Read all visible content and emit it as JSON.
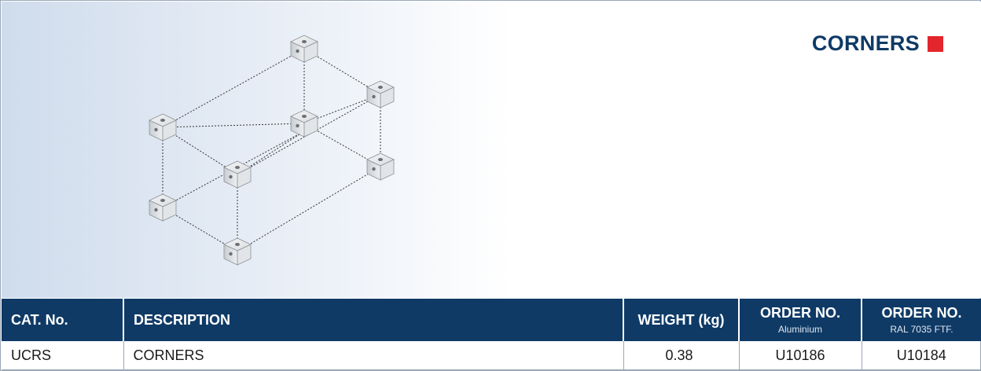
{
  "header": {
    "title": "CORNERS",
    "accent_color": "#e3262d",
    "brand_color": "#0f3a66"
  },
  "illustration": {
    "icon": "cube-frame-corners-icon"
  },
  "table": {
    "columns": {
      "cat_no": "CAT. No.",
      "description": "DESCRIPTION",
      "weight": "WEIGHT (kg)",
      "order_alu": "ORDER NO.",
      "order_alu_sub": "Aluminium",
      "order_ral": "ORDER NO.",
      "order_ral_sub": "RAL 7035 FTF."
    },
    "rows": [
      {
        "cat_no": "UCRS",
        "description": "CORNERS",
        "weight": "0.38",
        "order_alu": "U10186",
        "order_ral": "U10184"
      }
    ]
  }
}
